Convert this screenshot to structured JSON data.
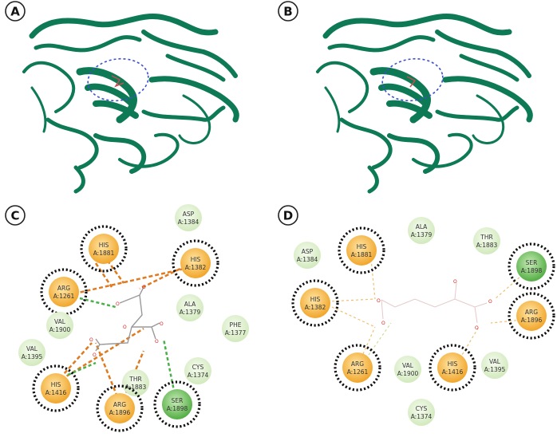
{
  "panels": {
    "A": {
      "letter": "A"
    },
    "B": {
      "letter": "B"
    },
    "C": {
      "letter": "C",
      "residues": [
        {
          "name": "ASP",
          "id": "A:1384",
          "kind": "light",
          "circled": false
        },
        {
          "name": "HIS",
          "id": "A:1881",
          "kind": "orange",
          "circled": true
        },
        {
          "name": "HIS",
          "id": "A:1382",
          "kind": "orange",
          "circled": true
        },
        {
          "name": "ARG",
          "id": "A:1261",
          "kind": "orange",
          "circled": true
        },
        {
          "name": "VAL",
          "id": "A:1900",
          "kind": "light",
          "circled": false
        },
        {
          "name": "ALA",
          "id": "A:1379",
          "kind": "light",
          "circled": false
        },
        {
          "name": "PHE",
          "id": "A:1377",
          "kind": "light",
          "circled": false
        },
        {
          "name": "VAL",
          "id": "A:1395",
          "kind": "light",
          "circled": false
        },
        {
          "name": "CYS",
          "id": "A:1374",
          "kind": "light",
          "circled": false
        },
        {
          "name": "HIS",
          "id": "A:1416",
          "kind": "orange",
          "circled": true
        },
        {
          "name": "THR",
          "id": "A:1883",
          "kind": "light",
          "circled": false
        },
        {
          "name": "ARG",
          "id": "A:1896",
          "kind": "orange",
          "circled": true
        },
        {
          "name": "SER",
          "id": "A:1898",
          "kind": "green",
          "circled": true
        }
      ]
    },
    "D": {
      "letter": "D",
      "residues": [
        {
          "name": "ALA",
          "id": "A:1379",
          "kind": "light",
          "circled": false
        },
        {
          "name": "HIS",
          "id": "A:1881",
          "kind": "orange",
          "circled": true
        },
        {
          "name": "ASP",
          "id": "A:1384",
          "kind": "light",
          "circled": false
        },
        {
          "name": "THR",
          "id": "A:1883",
          "kind": "light",
          "circled": false
        },
        {
          "name": "SER",
          "id": "A:1898",
          "kind": "green",
          "circled": true
        },
        {
          "name": "HIS",
          "id": "A:1382",
          "kind": "orange",
          "circled": true
        },
        {
          "name": "ARG",
          "id": "A:1896",
          "kind": "orange",
          "circled": true
        },
        {
          "name": "ARG",
          "id": "A:1261",
          "kind": "orange",
          "circled": true
        },
        {
          "name": "VAL",
          "id": "A:1900",
          "kind": "light",
          "circled": false
        },
        {
          "name": "HIS",
          "id": "A:1416",
          "kind": "orange",
          "circled": true
        },
        {
          "name": "VAL",
          "id": "A:1395",
          "kind": "light",
          "circled": false
        },
        {
          "name": "CYS",
          "id": "A:1374",
          "kind": "light",
          "circled": false
        }
      ]
    }
  },
  "colors": {
    "protein": "#0d7a55",
    "pocket": "#3b4fd0",
    "orange": "#f2a52a",
    "green": "#5fb548",
    "light": "#dcefcc",
    "hbond_orange": "#e07a1f",
    "hbond_green": "#4ab04a",
    "ligand": "#888888",
    "oxygen": "#dd2222"
  }
}
